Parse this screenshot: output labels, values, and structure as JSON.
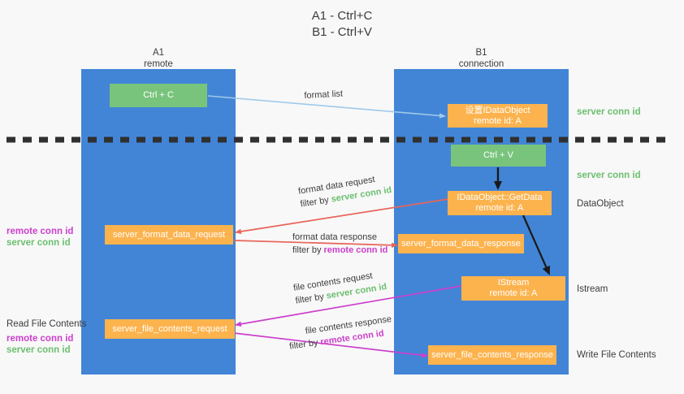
{
  "title": {
    "line1": "A1 - Ctrl+C",
    "line2": "B1 - Ctrl+V"
  },
  "lanes": [
    {
      "id": "a1",
      "name": "A1",
      "role": "remote"
    },
    {
      "id": "b1",
      "name": "B1",
      "role": "connection"
    }
  ],
  "boxes": {
    "ctrl_c": {
      "label": "Ctrl + C",
      "color": "#79c47c"
    },
    "ctrl_v": {
      "label": "Ctrl + V",
      "color": "#79c47c"
    },
    "idataobject_set": {
      "line1": "设置IDataObject",
      "line2": "remote id: A",
      "color": "#fcb34e"
    },
    "idataobject_getdata": {
      "line1": "IDataObject::GetData",
      "line2": "remote id: A",
      "color": "#fcb34e"
    },
    "istream": {
      "line1": "IStream",
      "line2": "remote id: A",
      "color": "#fcb34e"
    },
    "server_format_data_request": {
      "label": "server_format_data_request",
      "color": "#fcb34e"
    },
    "server_format_data_response": {
      "label": "server_format_data_response",
      "color": "#fcb34e"
    },
    "server_file_contents_request": {
      "label": "server_file_contents_request",
      "color": "#fcb34e"
    },
    "server_file_contents_response": {
      "label": "server_file_contents_response",
      "color": "#fcb34e"
    }
  },
  "right_labels": {
    "server_conn_id_top": "server conn id",
    "server_conn_id_second": "server conn id",
    "dataobject": "DataObject",
    "istream": "Istream",
    "write_file_contents": "Write File Contents"
  },
  "left_labels": {
    "remote_conn_id_1": "remote conn id",
    "server_conn_id_1": "server conn id",
    "read_file_contents": "Read File Contents",
    "remote_conn_id_2": "remote conn id",
    "server_conn_id_2": "server conn id"
  },
  "annotations": {
    "format_list": "format list",
    "format_data_request": "format data request",
    "format_data_request_filter_prefix": "filter by ",
    "format_data_request_filter_value": "server conn id",
    "format_data_response": "format data response",
    "format_data_response_filter_prefix": "filter by ",
    "format_data_response_filter_value": "remote conn id",
    "file_contents_request": "file contents request",
    "file_contents_request_filter_prefix": "filter by ",
    "file_contents_request_filter_value": "server conn id",
    "file_contents_response": "file contents response",
    "file_contents_response_filter_prefix": "filter by ",
    "file_contents_response_filter_value": "remote conn id"
  },
  "colors": {
    "lane": "#4285d6",
    "green": "#79c47c",
    "orange": "#fcb34e",
    "arrow_light_blue": "#9fc9ea",
    "arrow_red": "#e8645a",
    "arrow_magenta": "#cc3fcc",
    "arrow_black": "#1a1a1a",
    "divider": "#303030",
    "background": "#f8f8f8"
  }
}
